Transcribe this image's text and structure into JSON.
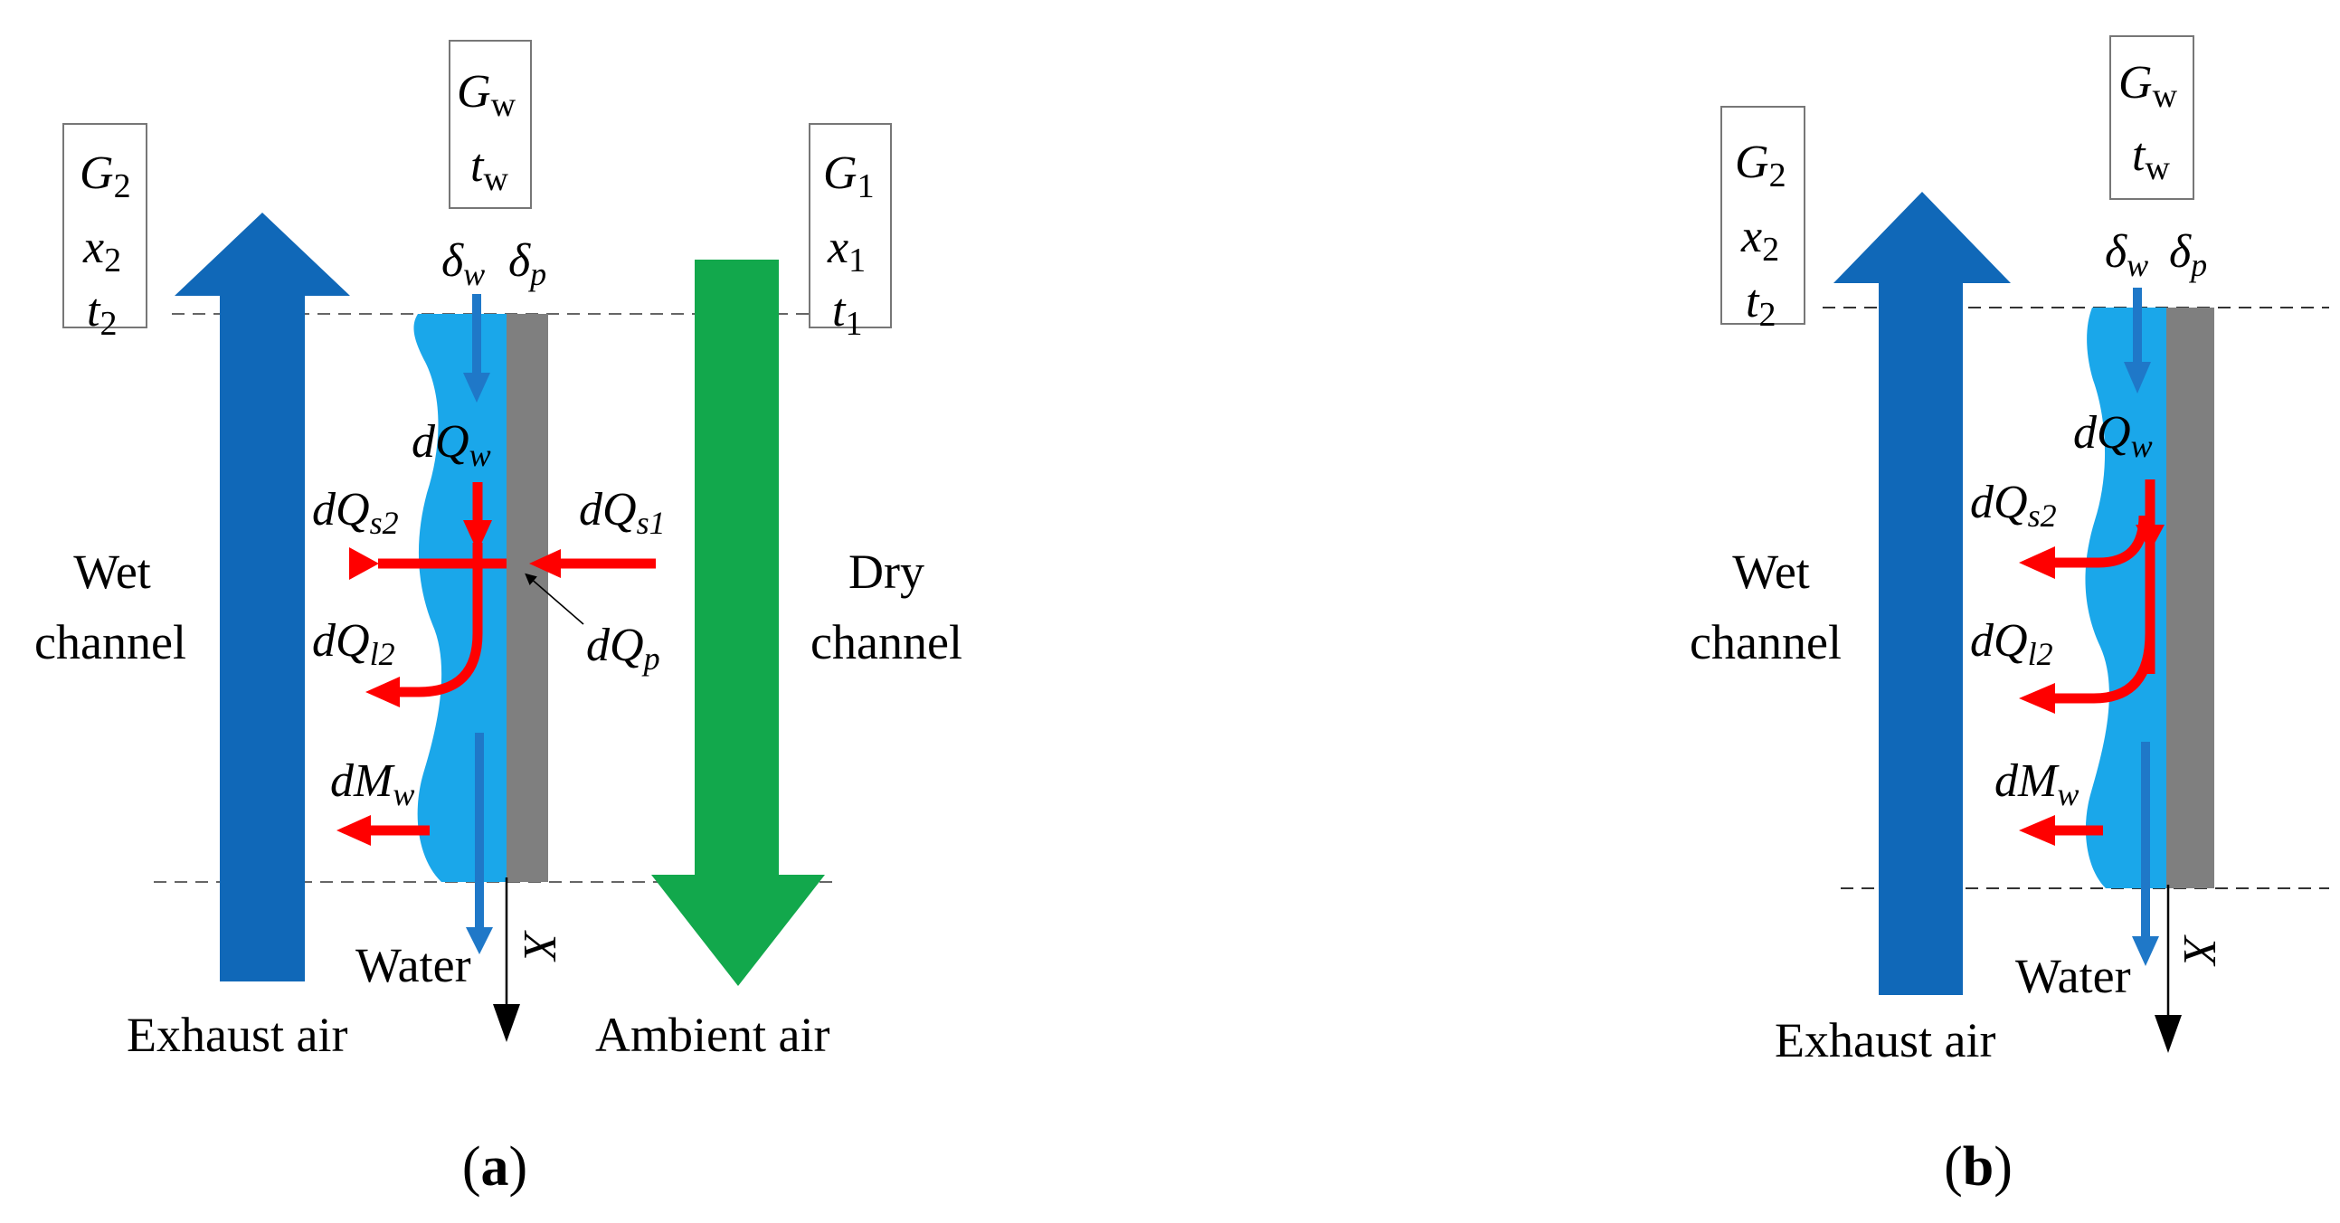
{
  "colors": {
    "exhaust_arrow": "#1068b8",
    "ambient_arrow": "#12a84c",
    "water_film": "#1aa7ea",
    "water_arrow": "#1f78c8",
    "heat_arrow": "#ff0000",
    "plate": "#7f7f7f",
    "axis": "#000000",
    "dashed_line": "#666666"
  },
  "panel_a": {
    "caption": "a",
    "wet_box": {
      "G": "G",
      "G_sub": "2",
      "x": "x",
      "x_sub": "2",
      "t": "t",
      "t_sub": "2"
    },
    "water_box": {
      "G": "G",
      "G_sub": "w",
      "t": "t",
      "t_sub": "w"
    },
    "dry_box": {
      "G": "G",
      "G_sub": "1",
      "x": "x",
      "x_sub": "1",
      "t": "t",
      "t_sub": "1"
    },
    "delta_w": {
      "sym": "δ",
      "sub": "w"
    },
    "delta_p": {
      "sym": "δ",
      "sub": "p"
    },
    "dQw": {
      "main": "dQ",
      "sub": "w"
    },
    "dQs2": {
      "main": "dQ",
      "sub": "s2"
    },
    "dQs1": {
      "main": "dQ",
      "sub": "s1"
    },
    "dQl2": {
      "main": "dQ",
      "sub": "l2"
    },
    "dQp": {
      "main": "dQ",
      "sub": "p"
    },
    "dMw": {
      "main": "dM",
      "sub": "w"
    },
    "wet_channel": [
      "Wet",
      "channel"
    ],
    "dry_channel": [
      "Dry",
      "channel"
    ],
    "water_label": "Water",
    "axis_label": "X",
    "exhaust_label": "Exhaust air",
    "ambient_label": "Ambient air"
  },
  "panel_b": {
    "caption": "b",
    "wet_box": {
      "G": "G",
      "G_sub": "2",
      "x": "x",
      "x_sub": "2",
      "t": "t",
      "t_sub": "2"
    },
    "water_box": {
      "G": "G",
      "G_sub": "w",
      "t": "t",
      "t_sub": "w"
    },
    "delta_w": {
      "sym": "δ",
      "sub": "w"
    },
    "delta_p": {
      "sym": "δ",
      "sub": "p"
    },
    "dQw": {
      "main": "dQ",
      "sub": "w"
    },
    "dQs2": {
      "main": "dQ",
      "sub": "s2"
    },
    "dQl2": {
      "main": "dQ",
      "sub": "l2"
    },
    "dMw": {
      "main": "dM",
      "sub": "w"
    },
    "wet_channel": [
      "Wet",
      "channel"
    ],
    "water_label": "Water",
    "axis_label": "X",
    "exhaust_label": "Exhaust air"
  }
}
